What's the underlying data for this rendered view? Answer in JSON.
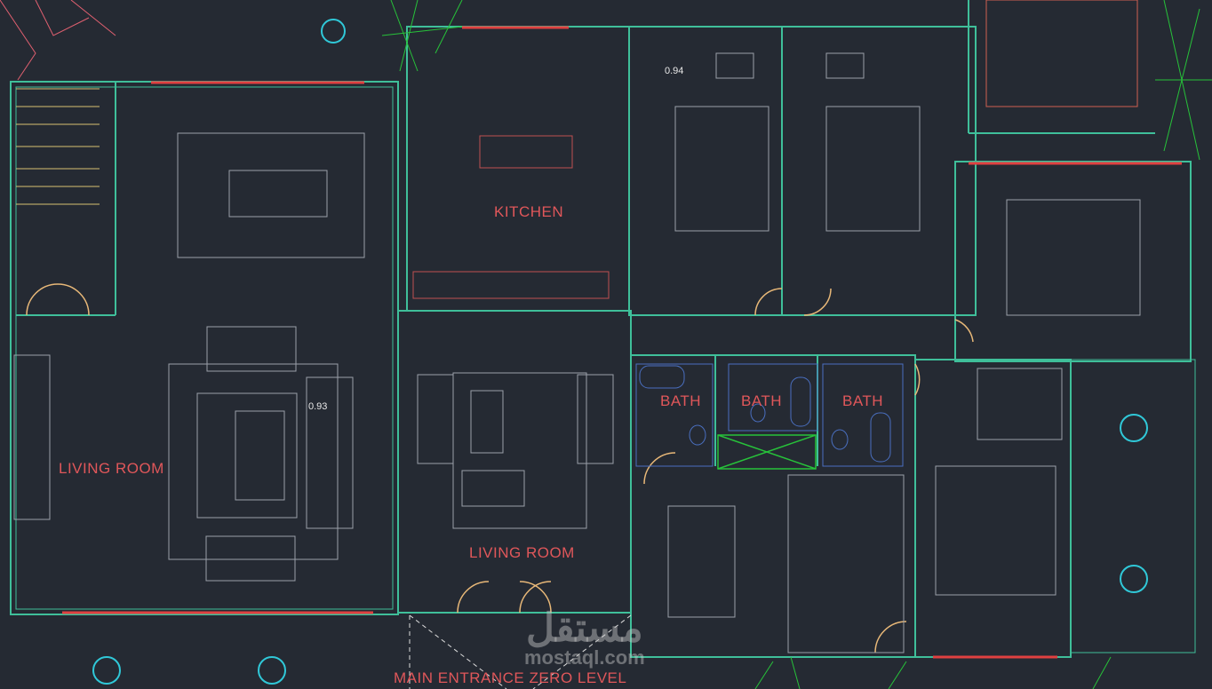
{
  "rooms": {
    "living_room_left": "LIVING ROOM",
    "kitchen": "KITCHEN",
    "living_room_center": "LIVING ROOM",
    "bath_1": "BATH",
    "bath_2": "BATH",
    "bath_3": "BATH",
    "entrance": "MAIN ENTRANCE ZERO LEVEL"
  },
  "dimensions": {
    "bedroom_gap": "0.94",
    "sofa_gap": "0.93"
  },
  "watermark": {
    "arabic": "مستقل",
    "latin": "mostaql.com"
  },
  "colors": {
    "background": "#252a33",
    "wall": "#3fbf9a",
    "furniture": "#9aa0aa",
    "label": "#e0575a",
    "door": "#e8b878",
    "bath": "#4a6fc0",
    "plant": "#27c23a"
  }
}
